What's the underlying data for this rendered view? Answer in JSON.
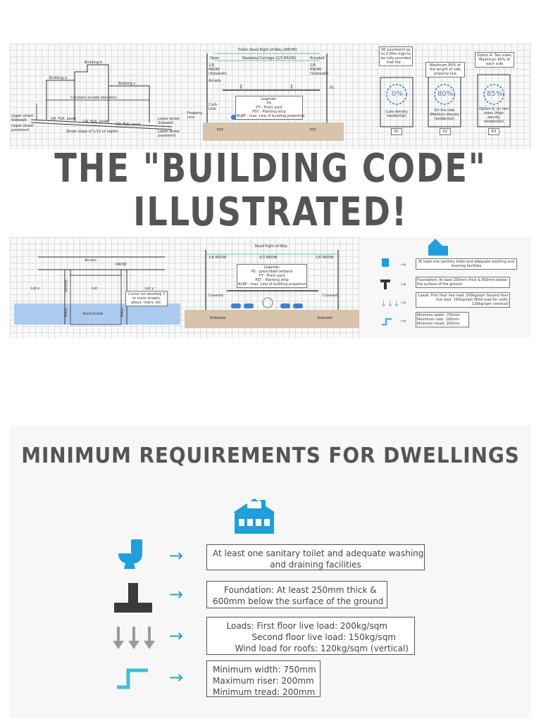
{
  "title": {
    "line1": "THE \"BUILDING CODE\"",
    "line2": "ILLUSTRATED!"
  },
  "top_panel_a": {
    "building1": "Building a",
    "building2": "Building b",
    "building3": "Building c",
    "arcade": "Constant arcade elevation",
    "upper_sidewalk": "Upper street Sidewalk",
    "upper_pavement": "Upper street pavement",
    "lower_sidewalk": "Lower street Sidewalk",
    "lower_pavement": "Lower street pavement",
    "gr1": "GR. FLR. Level",
    "gr2": "GR. FLR. Level",
    "gr3": "GR. FLR. Level",
    "slope": "Street slope of 1/12 or higher"
  },
  "top_panel_b": {
    "rrow": "Public Road Right-of-Way (RROW)",
    "open": "Open",
    "roadway": "Roadway/Carriage (2/3 RROW)",
    "arcaded": "Arcaded",
    "left_rrow": "1/6 RROW (Sidewalk)",
    "right_rrow": "1/6 RROW (Sidewalk)",
    "legends": "Legends:",
    "ps": "PS",
    "fy": "FY - Front yard",
    "pst": "PST - Planting strip",
    "blbp": "BLBP - max. Line of building projection",
    "property_line": "Property Line",
    "curb_line": "Curb Line",
    "arcade": "Arcade",
    "pst_left": "PST",
    "pst_right": "PST"
  },
  "top_panel_c": {
    "c1_note": "All pavement up to 3.00m high to be fully provided that the ...",
    "c2_note": "Maximum 80% of the length of side property line",
    "c3_note": "Option A: Two sides; Maximum 85% of each side",
    "c1_pct": "0%",
    "c2_pct": "80%",
    "c3_pct": "85%",
    "c1_label": "(Low density residential)",
    "c2_label": "On the side (Medium density residential)",
    "c3_label": "Option A: on two sides (High density residential)",
    "r1": "R1",
    "r2": "R2",
    "r3": "R3"
  },
  "mid_panel_a": {
    "access": "Access",
    "rrow": "RROW",
    "lot_x": "Lot x",
    "lot": "Lot",
    "lot_y": "Lot y",
    "access_side": "Access",
    "alley": "Alley",
    "river": "River/creek",
    "note": "Corner lot abutting 3 or more streets, alleys, rivers, etc."
  },
  "mid_panel_b": {
    "rrow": "Road Right-of-Way",
    "left": "1/6 RROW",
    "center": "2/3 RROW",
    "right": "1/6 RROW",
    "legends": "Legends:",
    "ps": "PS - prescribed setback",
    "fy": "FY - Front yard",
    "pst": "PST - Planting strip",
    "blbp": "BLBP - max. Line of building projection",
    "covered": "Covered",
    "sidewalk_l": "Sidewalk",
    "sidewalk_r": "Sidewalk"
  },
  "mid_panel_c": {
    "r1": "At least one sanitary toilet and adequate washing and draining facilities",
    "r2": "Foundation: At least 250mm thick & 600mm below the surface of the ground",
    "r3": "Loads: First floor live load: 200kg/sqm Second floor live load: 150kg/sqm Wind load for roofs: 120kg/sqm (vertical)",
    "r4": "Minimum width: 750mm Maximum riser: 200mm Minimum tread: 200mm"
  },
  "requirements": {
    "title": "MINIMUM REQUIREMENTS FOR DWELLINGS",
    "colors": {
      "blue": "#1f9fdc",
      "teal": "#2aa3c4",
      "dark": "#3a3a3a",
      "gray": "#9a9a9a",
      "stairs": "#3cc0d4"
    },
    "items": [
      {
        "icon": "toilet-icon",
        "lines": [
          "At least one sanitary toilet and adequate washing",
          "and draining facilities"
        ]
      },
      {
        "icon": "foundation-icon",
        "lines": [
          "Foundation: At least 250mm thick &",
          "600mm below the surface of the ground"
        ]
      },
      {
        "icon": "load-arrows-icon",
        "lines": [
          "Loads: First floor live load: 200kg/sqm",
          "Second floor live load: 150kg/sqm",
          "Wind load for roofs: 120kg/sqm (vertical)"
        ]
      },
      {
        "icon": "stairs-icon",
        "lines": [
          "Minimum width: 750mm",
          "Maximum riser: 200mm",
          "Minimum tread: 200mm"
        ]
      }
    ]
  }
}
